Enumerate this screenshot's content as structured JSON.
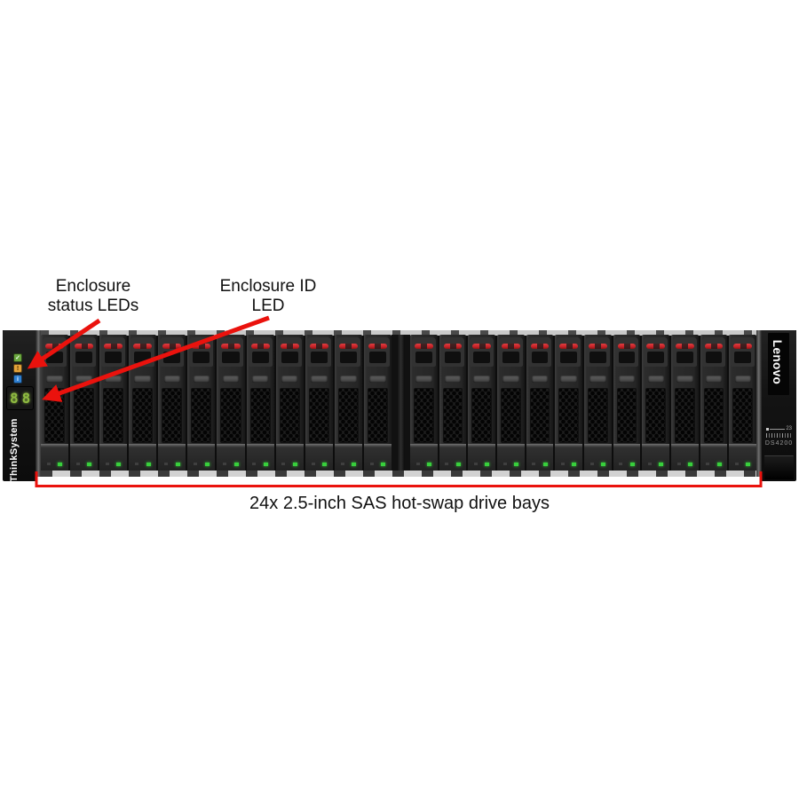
{
  "labels": {
    "enclosure_status": {
      "line1": "Enclosure",
      "line2": "status LEDs"
    },
    "enclosure_id": {
      "line1": "Enclosure ID",
      "line2": "LED"
    },
    "drive_bays_caption": "24x 2.5-inch SAS hot-swap drive bays"
  },
  "chassis": {
    "left_ear": {
      "brand": "ThinkSystem",
      "status_leds": [
        {
          "name": "ok-led",
          "glyph": "✓"
        },
        {
          "name": "fault-led",
          "glyph": "!"
        },
        {
          "name": "identify-led",
          "glyph": "i"
        }
      ],
      "id_display": {
        "value": "88"
      }
    },
    "right_ear": {
      "brand": "Lenovo",
      "model": "DS4200",
      "rating_label": "23"
    },
    "drive_bays": {
      "count": 24,
      "groups": 2,
      "per_group": 12
    }
  },
  "colors": {
    "annotation_red": "#ea120d",
    "latch_red": "#c42127",
    "activity_green": "#38d03c",
    "status_ok_green": "#6aa63e",
    "status_fault_amber": "#e3a23a",
    "status_identify_blue": "#2f7fd0",
    "segment_display_green": "#8fba41"
  }
}
